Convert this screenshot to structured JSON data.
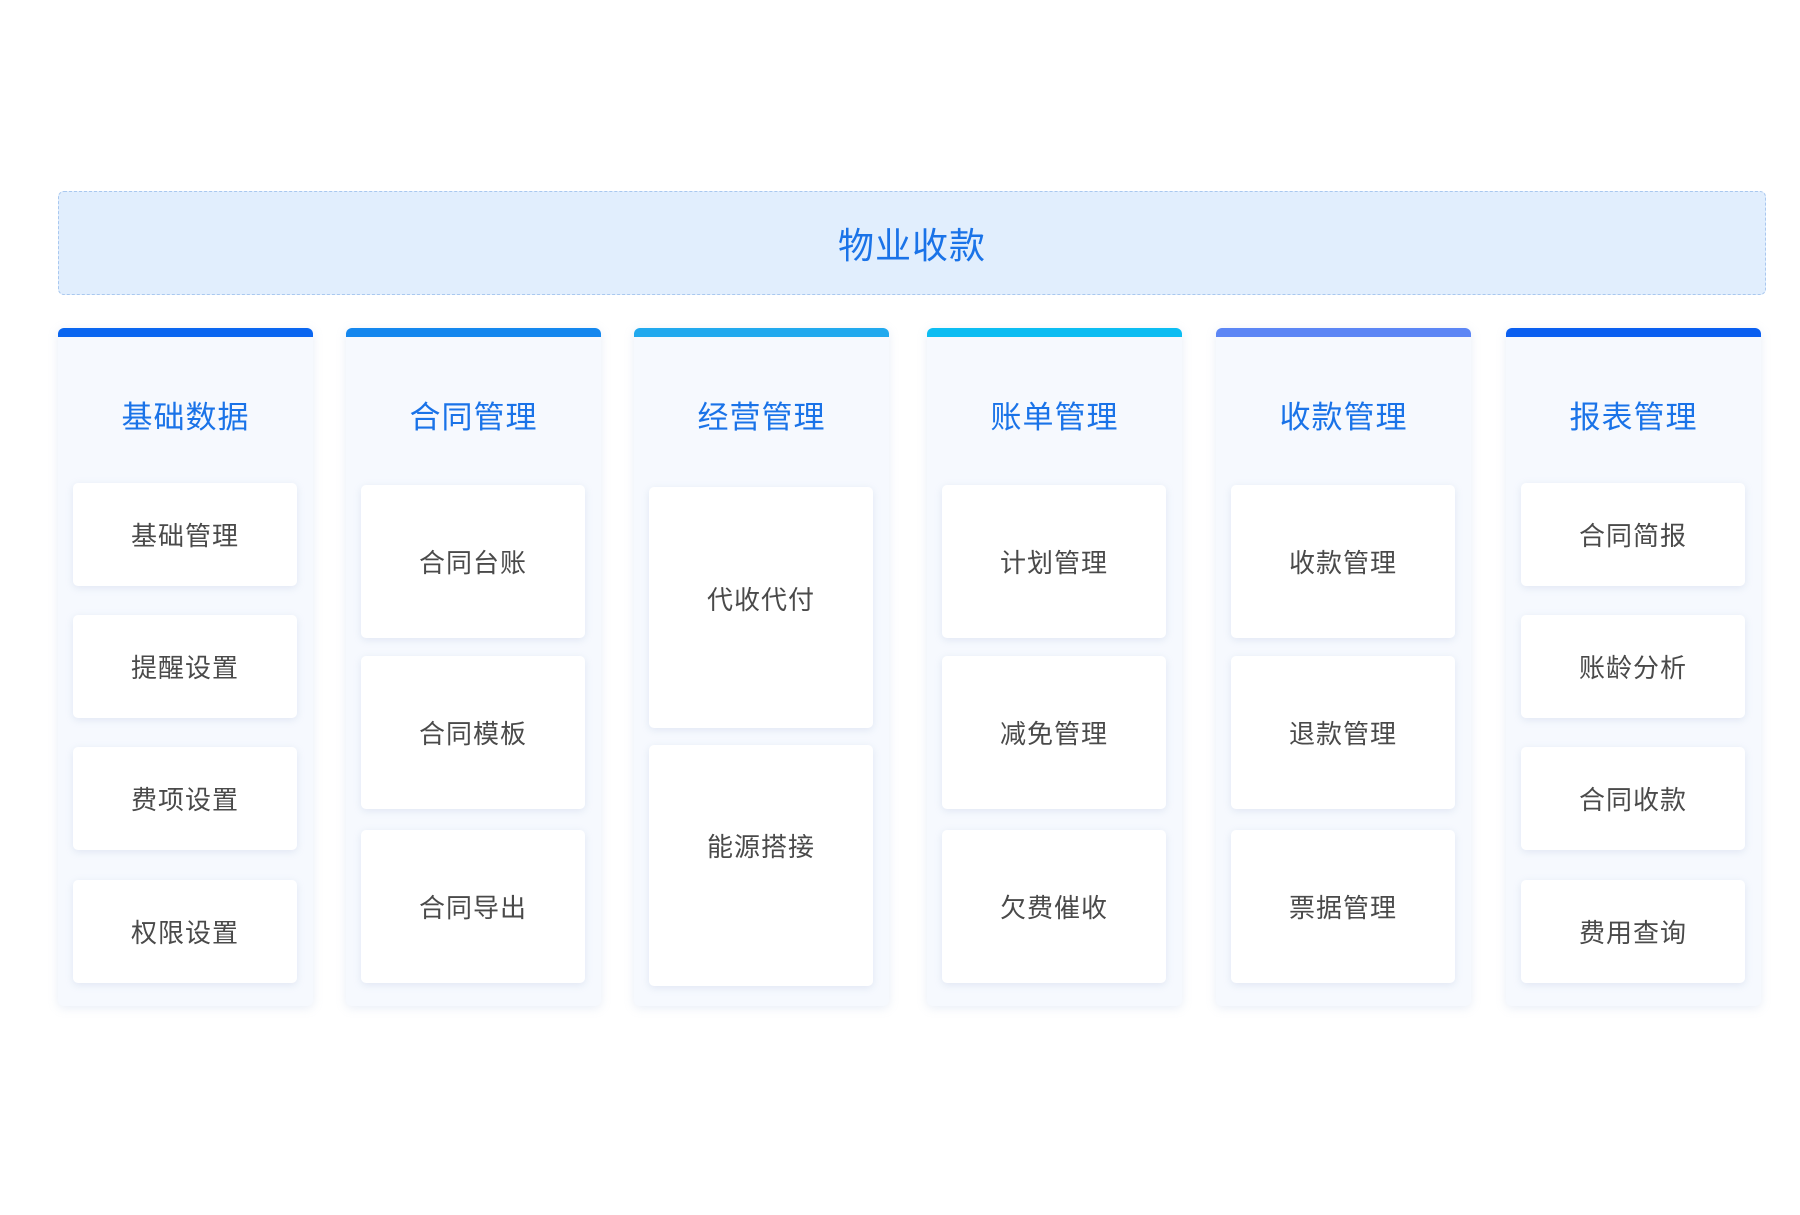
{
  "title": "物业收款",
  "columns": [
    {
      "title": "基础数据",
      "accent": "#0a66f0",
      "items": [
        "基础管理",
        "提醒设置",
        "费项设置",
        "权限设置"
      ]
    },
    {
      "title": "合同管理",
      "accent": "#1487ee",
      "items": [
        "合同台账",
        "合同模板",
        "合同导出"
      ]
    },
    {
      "title": "经营管理",
      "accent": "#21a9ee",
      "items": [
        "代收代付",
        "能源搭接"
      ]
    },
    {
      "title": "账单管理",
      "accent": "#0cbdf2",
      "items": [
        "计划管理",
        "减免管理",
        "欠费催收"
      ]
    },
    {
      "title": "收款管理",
      "accent": "#5c86f5",
      "items": [
        "收款管理",
        "退款管理",
        "票据管理"
      ]
    },
    {
      "title": "报表管理",
      "accent": "#0a5ff0",
      "items": [
        "合同简报",
        "账龄分析",
        "合同收款",
        "费用查询"
      ]
    }
  ]
}
